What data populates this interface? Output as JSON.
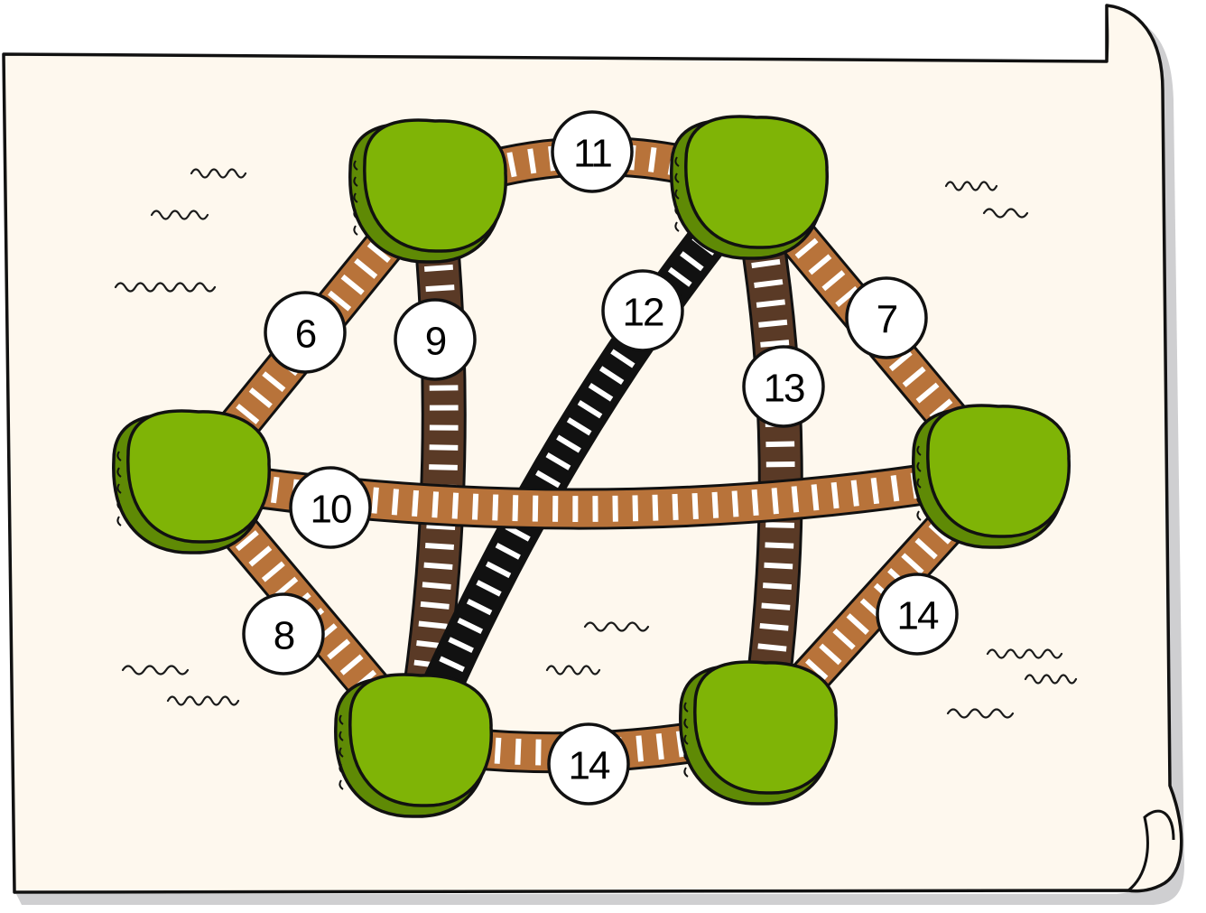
{
  "colors": {
    "paper": "#fef8ee",
    "paper_shadow": "#cfcfd1",
    "island_green": "#7fb406",
    "island_dark_green": "#5f8a05",
    "outline": "#111111",
    "plank_light": "#b8733a",
    "plank_dark": "#5a3a26",
    "plank_black": "#111111",
    "water_marks": "#1a1a1a",
    "label_bg": "#ffffff"
  },
  "islands": [
    {
      "id": "top-left"
    },
    {
      "id": "top-right"
    },
    {
      "id": "left"
    },
    {
      "id": "right"
    },
    {
      "id": "bottom-left"
    },
    {
      "id": "bottom-right"
    }
  ],
  "bridges": [
    {
      "id": "bridge-11",
      "from": "top-left",
      "to": "top-right",
      "label": "11",
      "style": "light"
    },
    {
      "id": "bridge-6",
      "from": "top-left",
      "to": "left",
      "label": "6",
      "style": "light"
    },
    {
      "id": "bridge-9",
      "from": "top-left",
      "to": "bottom-left",
      "label": "9",
      "style": "dark"
    },
    {
      "id": "bridge-12",
      "from": "top-right",
      "to": "bottom-left",
      "label": "12",
      "style": "black"
    },
    {
      "id": "bridge-13",
      "from": "top-right",
      "to": "bottom-right",
      "label": "13",
      "style": "dark"
    },
    {
      "id": "bridge-7",
      "from": "top-right",
      "to": "right",
      "label": "7",
      "style": "light"
    },
    {
      "id": "bridge-10",
      "from": "left",
      "to": "right",
      "label": "10",
      "style": "light"
    },
    {
      "id": "bridge-8",
      "from": "left",
      "to": "bottom-left",
      "label": "8",
      "style": "light"
    },
    {
      "id": "bridge-14-right",
      "from": "right",
      "to": "bottom-right",
      "label": "14",
      "style": "light"
    },
    {
      "id": "bridge-14-bottom",
      "from": "bottom-left",
      "to": "bottom-right",
      "label": "14",
      "style": "light"
    }
  ]
}
